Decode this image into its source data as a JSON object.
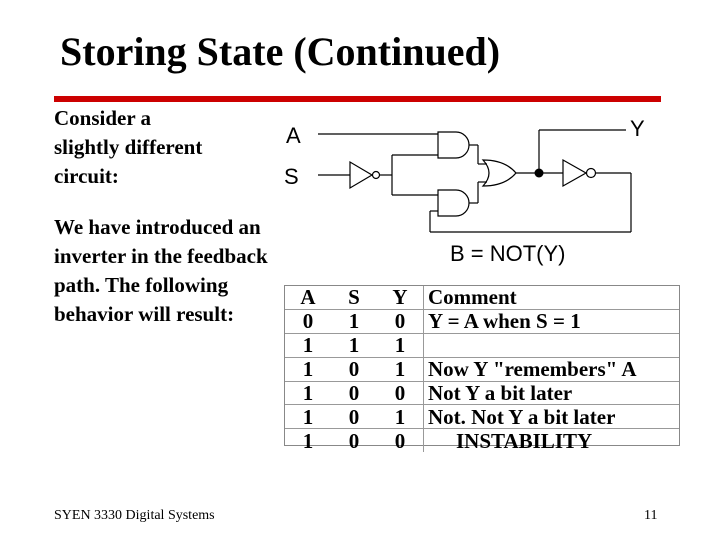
{
  "slide": {
    "title": "Storing State (Continued)",
    "para1": "Consider a\nslightly different\ncircuit:",
    "para2": "We have introduced an\ninverter in the feedback\npath.   The following\nbehavior will result:",
    "footer_left": "SYEN 3330  Digital Systems",
    "page_number": "11",
    "accent_color": "#cc0000"
  },
  "circuit": {
    "label_a": "A",
    "label_s": "S",
    "label_y": "Y",
    "label_b": "B = NOT(Y)"
  },
  "table": {
    "headers": [
      "A",
      "S",
      "Y",
      "Comment"
    ],
    "rows": [
      [
        "0",
        "1",
        "0",
        "Y = A when S = 1"
      ],
      [
        "1",
        "1",
        "1",
        ""
      ],
      [
        "1",
        "0",
        "1",
        "Now Y \"remembers\" A"
      ],
      [
        "1",
        "0",
        "0",
        "Not Y a bit later"
      ],
      [
        "1",
        "0",
        "1",
        "Not. Not Y a bit later"
      ],
      [
        "1",
        "0",
        "0",
        "INSTABILITY"
      ]
    ]
  }
}
